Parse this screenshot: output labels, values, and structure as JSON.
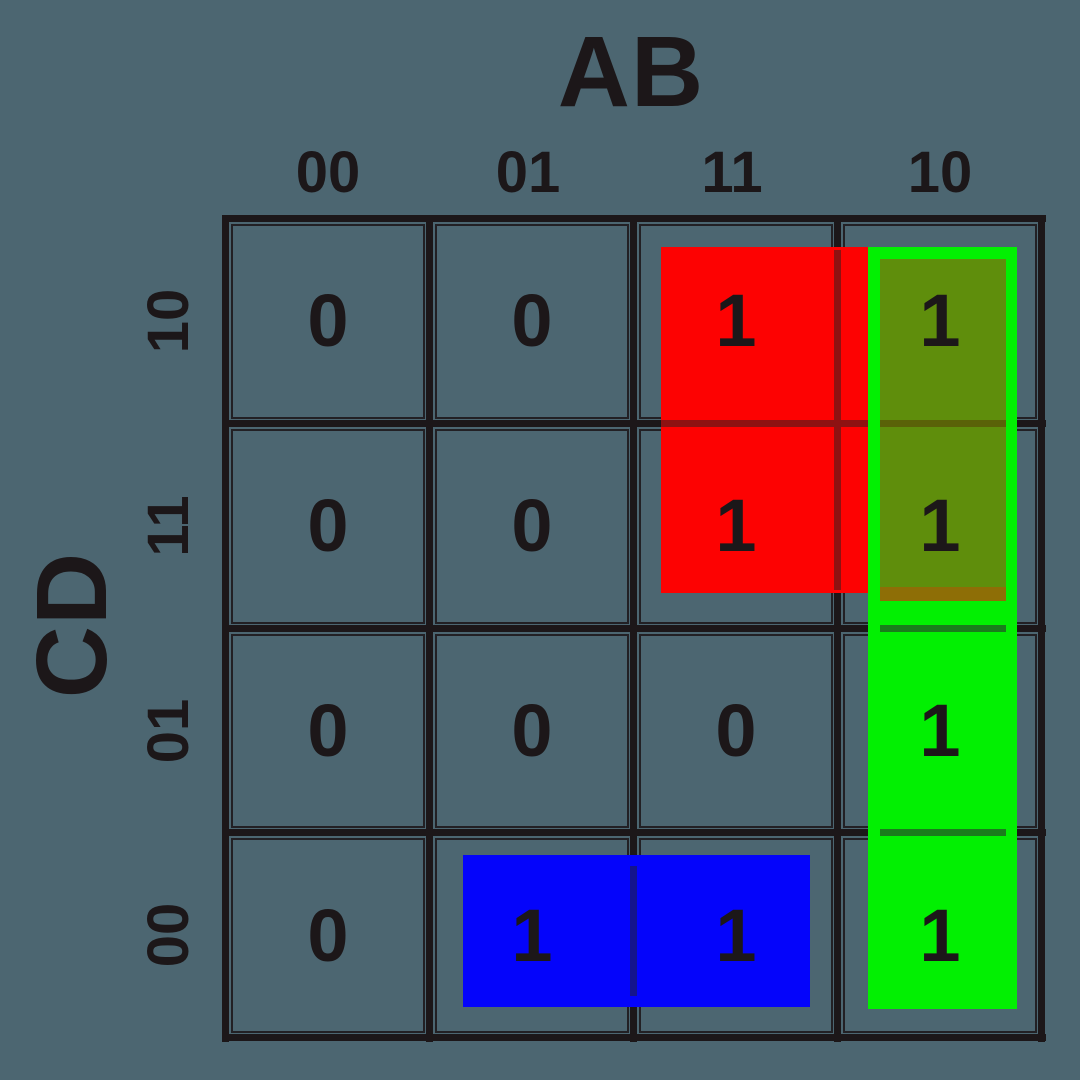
{
  "figure": {
    "top_axis_label": "AB",
    "left_axis_label": "CD",
    "col_headers": [
      "00",
      "01",
      "11",
      "10"
    ],
    "row_headers": [
      "10",
      "11",
      "01",
      "00"
    ],
    "values": [
      [
        "0",
        "0",
        "1",
        "1"
      ],
      [
        "0",
        "0",
        "1",
        "1"
      ],
      [
        "0",
        "0",
        "0",
        "1"
      ],
      [
        "0",
        "1",
        "1",
        "1"
      ]
    ],
    "groups": [
      {
        "id": "red-group",
        "color_key": "red",
        "rows": [
          "10",
          "11"
        ],
        "cols": [
          "11",
          "10"
        ]
      },
      {
        "id": "green-group",
        "color_key": "green",
        "rows": [
          "10",
          "11",
          "01",
          "00"
        ],
        "cols": [
          "10"
        ]
      },
      {
        "id": "blue-group",
        "color_key": "blue",
        "rows": [
          "00"
        ],
        "cols": [
          "01",
          "11"
        ]
      }
    ]
  },
  "colors": {
    "bg": "#4c6671",
    "ink": "#1c1719",
    "red": "#fd0202",
    "green": "#02f002",
    "olive": "#5f8e0c",
    "brown": "#8e6e06",
    "blue": "#0404fb",
    "line_over_red": "#8e1212",
    "line_over_olive": "#5a6208",
    "line_over_green": "#1a7c1c",
    "line_over_blue": "#14148c"
  }
}
